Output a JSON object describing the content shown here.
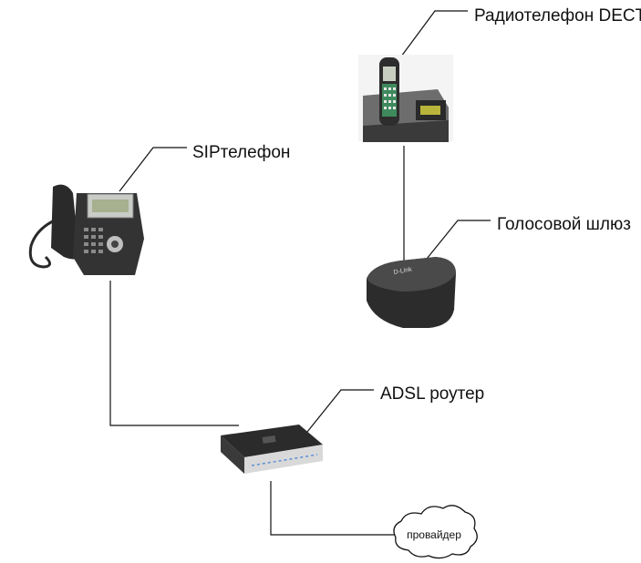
{
  "diagram": {
    "nodes": [
      {
        "id": "dect",
        "label": "Радиотелефон DECT",
        "icon": "dect-phone-icon"
      },
      {
        "id": "sip",
        "label": "SIPтелефон",
        "icon": "sip-phone-icon"
      },
      {
        "id": "gateway",
        "label": "Голосовой шлюз",
        "icon": "voice-gateway-icon"
      },
      {
        "id": "router",
        "label": "ADSL роутер",
        "icon": "adsl-router-icon"
      },
      {
        "id": "provider",
        "label": "провайдер",
        "icon": "cloud-icon"
      }
    ],
    "connections": [
      {
        "from": "dect",
        "to": "gateway"
      },
      {
        "from": "sip",
        "to": "router"
      },
      {
        "from": "router",
        "to": "provider"
      }
    ]
  }
}
